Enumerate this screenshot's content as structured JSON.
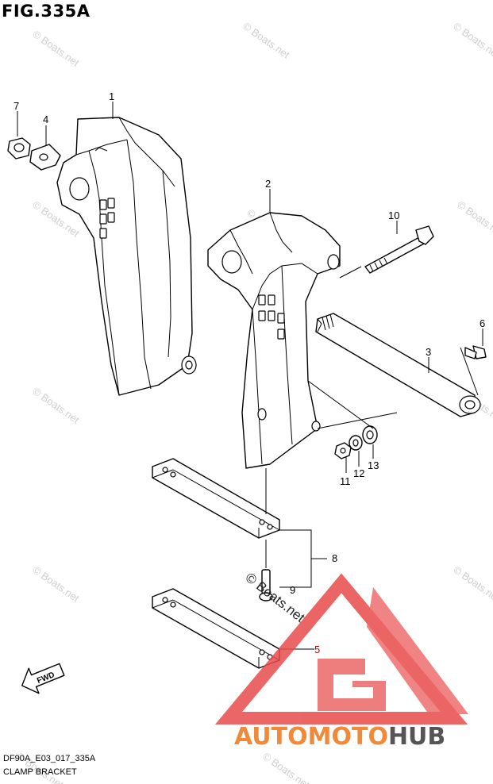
{
  "figure": {
    "title": "FIG.335A",
    "code": "DF90A_E03_017_335A",
    "caption": "CLAMP BRACKET"
  },
  "callouts": [
    "1",
    "2",
    "3",
    "4",
    "5",
    "6",
    "7",
    "8",
    "9",
    "10",
    "11",
    "12",
    "13"
  ],
  "fwd_label": "FWD",
  "watermark": {
    "text": "© Boats.net",
    "brand_auto": "AUTO",
    "brand_moto": "MOTO",
    "brand_hub": "HUB"
  },
  "colors": {
    "brand_orange": "#f08a3a",
    "brand_gray": "#555555",
    "logo_red": "#e84b4b",
    "watermark_gray": "#cfcfcf",
    "highlight_red": "#c00000"
  }
}
